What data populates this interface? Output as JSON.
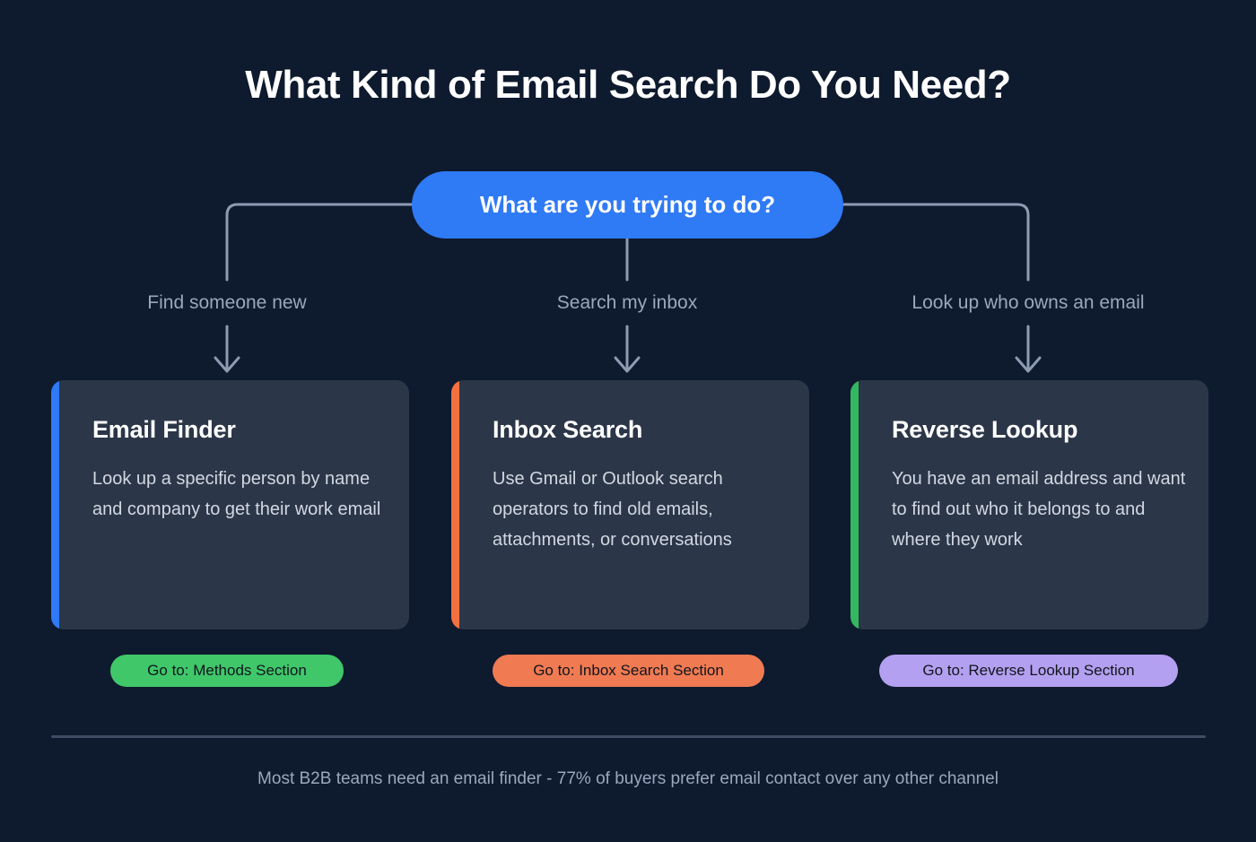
{
  "title": "What Kind of Email Search Do You Need?",
  "root_node": {
    "label": "What are you trying to do?",
    "color": "#2f7af5"
  },
  "branches": [
    {
      "label": "Find someone new"
    },
    {
      "label": "Search my inbox"
    },
    {
      "label": "Look up who owns an email"
    }
  ],
  "cards": [
    {
      "title": "Email Finder",
      "description": "Look up a specific person by name and company to get their work email",
      "accent_color": "#2f7af5"
    },
    {
      "title": "Inbox Search",
      "description": "Use Gmail or Outlook search operators to find old emails, attachments, or conversations",
      "accent_color": "#f4713f"
    },
    {
      "title": "Reverse Lookup",
      "description": "You have an email address and want to find out who it belongs to and where they work",
      "accent_color": "#33b85f"
    }
  ],
  "ctas": [
    {
      "label": "Go to: Methods Section",
      "background": "#3fc76a",
      "text_color": "#10151d"
    },
    {
      "label": "Go to: Inbox Search Section",
      "background": "#f07a52",
      "text_color": "#10151d"
    },
    {
      "label": "Go to: Reverse Lookup Section",
      "background": "#b4a0f0",
      "text_color": "#10151d"
    }
  ],
  "footer": {
    "note": "Most B2B teams need an email finder - 77% of buyers prefer email contact over any other channel"
  },
  "theme": {
    "background": "#0e1a2e",
    "card_background": "#2b3648",
    "connector_color": "#8d9bb3",
    "muted_text": "#9aa7bd",
    "divider": "#3d4c63"
  }
}
